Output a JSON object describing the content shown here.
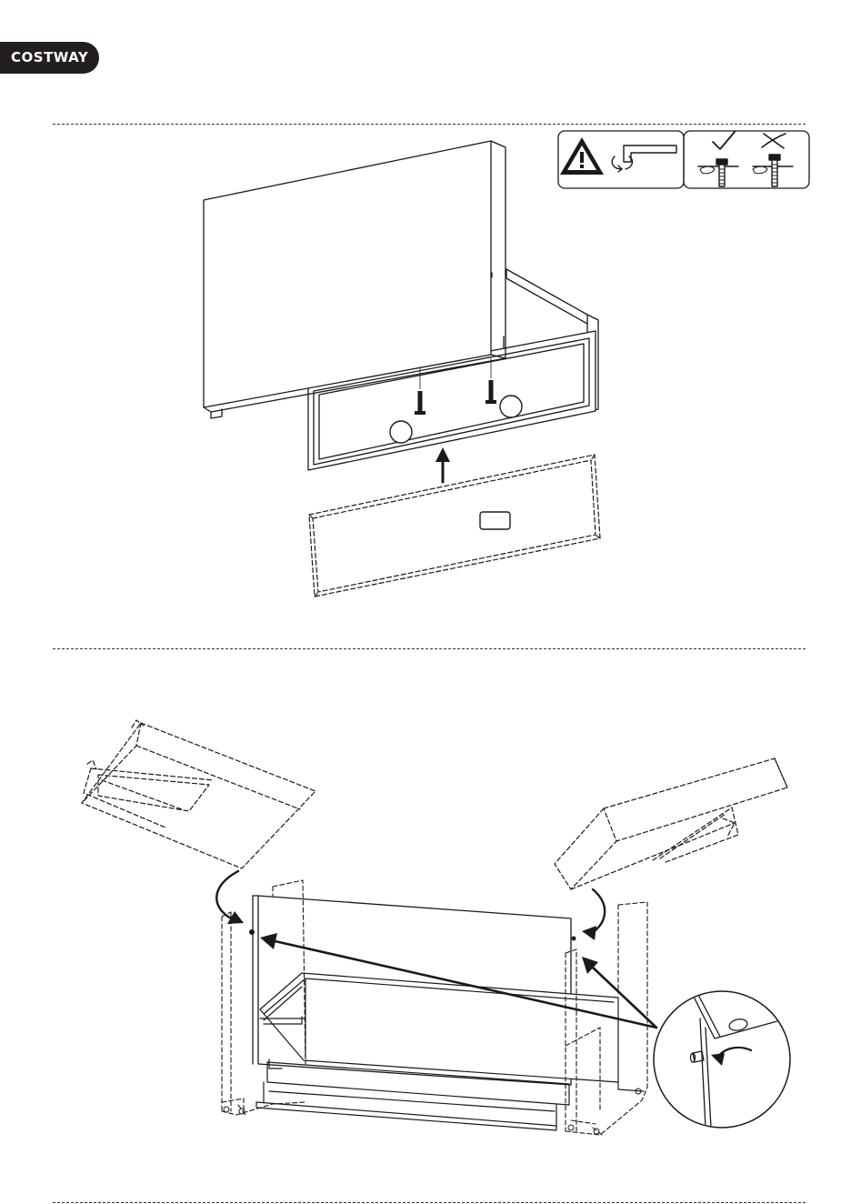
{
  "brand": {
    "name": "COSTWAY",
    "color_fg": "#ffffff",
    "color_bg": "#231f20"
  },
  "steps": [
    {
      "id": "step-attach-drawer-front",
      "icons": [
        "warning-icon",
        "allen-key-icon",
        "screw-correct-icon",
        "screw-wrong-icon"
      ],
      "callout_labels": [
        "",
        "",
        ""
      ]
    },
    {
      "id": "step-attach-side-panels",
      "icons": [
        "dowel-detail-icon"
      ]
    }
  ],
  "colors": {
    "line": "#1a1a1a",
    "page": "#ffffff"
  }
}
